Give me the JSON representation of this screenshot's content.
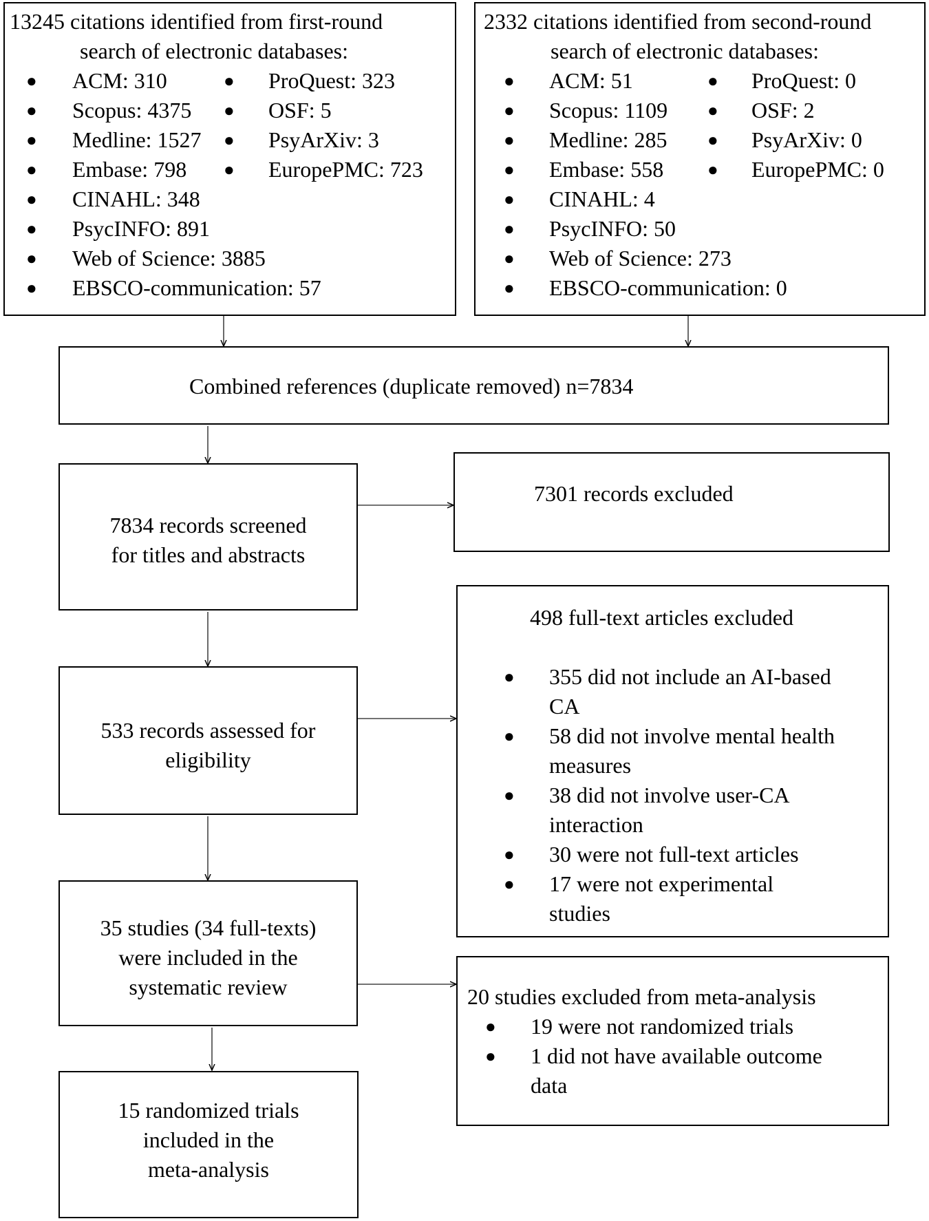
{
  "box1": {
    "title": [
      "13245 citations identified from first-round",
      "search of electronic databases:"
    ],
    "col1": [
      "ACM: 310",
      "Scopus: 4375",
      "Medline: 1527",
      "Embase:  798",
      "CINAHL: 348",
      "PsycINFO: 891",
      "Web of Science: 3885",
      "EBSCO-communication: 57"
    ],
    "col2": [
      "ProQuest: 323",
      "OSF: 5",
      "PsyArXiv: 3",
      "EuropePMC: 723"
    ]
  },
  "box2": {
    "title": [
      "2332 citations identified from second-round",
      "search of electronic databases:"
    ],
    "col1": [
      "ACM: 51",
      "Scopus: 1109",
      "Medline: 285",
      "Embase:  558",
      "CINAHL: 4",
      "PsycINFO: 50",
      "Web of Science: 273",
      "EBSCO-communication: 0"
    ],
    "col2": [
      "ProQuest: 0",
      "OSF: 2",
      "PsyArXiv: 0",
      "EuropePMC: 0"
    ]
  },
  "combined": "Combined references (duplicate removed) n=7834",
  "screened": [
    "7834 records screened",
    "for titles and abstracts"
  ],
  "excluded1": "7301 records excluded",
  "assessed": [
    "533 records assessed for",
    "eligibility"
  ],
  "fulltext_excluded": {
    "title": "498 full-text articles excluded",
    "items": [
      [
        "355 did not include an AI-based",
        "CA"
      ],
      [
        "58 did not involve mental health",
        "measures"
      ],
      [
        "38 did not involve user-CA",
        "interaction"
      ],
      [
        "30 were not full-text articles"
      ],
      [
        "17 were not experimental",
        "studies"
      ]
    ]
  },
  "included": [
    "35 studies (34 full-texts)",
    "were included in the",
    "systematic review"
  ],
  "meta_excluded": {
    "title": "20 studies excluded from meta-analysis",
    "items": [
      [
        "19 were not randomized trials"
      ],
      [
        "1 did not have available outcome",
        "data"
      ]
    ]
  },
  "final": [
    "15 randomized trials",
    "included in the",
    "meta-analysis"
  ],
  "bullet": "●"
}
